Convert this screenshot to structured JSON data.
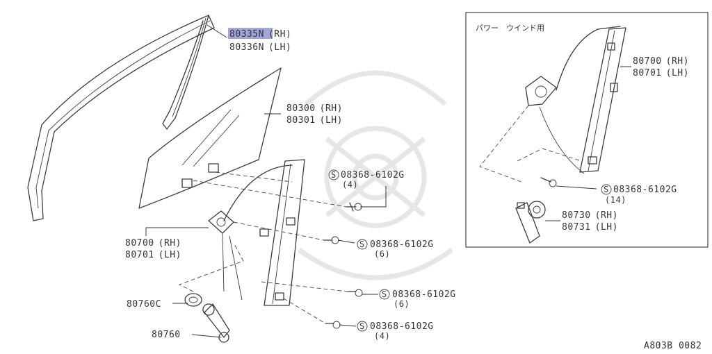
{
  "callouts": {
    "glass_run_rh": {
      "part_number": "80335N",
      "side": "(RH)",
      "highlight_color": "#9fa6d8"
    },
    "glass_run_lh": {
      "part_number": "80336N",
      "side": "(LH)"
    },
    "glass_rh": {
      "part_number": "80300",
      "side": "(RH)"
    },
    "glass_lh": {
      "part_number": "80301",
      "side": "(LH)"
    },
    "regulator_rh": {
      "part_number": "80700",
      "side": "(RH)"
    },
    "regulator_lh": {
      "part_number": "80701",
      "side": "(LH)"
    },
    "escutcheon": {
      "part_number": "80760C"
    },
    "handle": {
      "part_number": "80760"
    },
    "screw_top": {
      "symbol": "S",
      "part_number": "08368-6102G",
      "qty": "(4)"
    },
    "screw_mid": {
      "symbol": "S",
      "part_number": "08368-6102G",
      "qty": "(6)"
    },
    "screw_low": {
      "symbol": "S",
      "part_number": "08368-6102G",
      "qty": "(6)"
    },
    "screw_bottom": {
      "symbol": "S",
      "part_number": "08368-6102G",
      "qty": "(4)"
    }
  },
  "inset": {
    "title": "パワー　ウインド用",
    "regulator_rh": {
      "part_number": "80700",
      "side": "(RH)"
    },
    "regulator_lh": {
      "part_number": "80701",
      "side": "(LH)"
    },
    "screw": {
      "symbol": "S",
      "part_number": "08368-6102G",
      "qty": "(14)"
    },
    "motor_rh": {
      "part_number": "80730",
      "side": "(RH)"
    },
    "motor_lh": {
      "part_number": "80731",
      "side": "(LH)"
    }
  },
  "diagram_code": "A803B 0082"
}
